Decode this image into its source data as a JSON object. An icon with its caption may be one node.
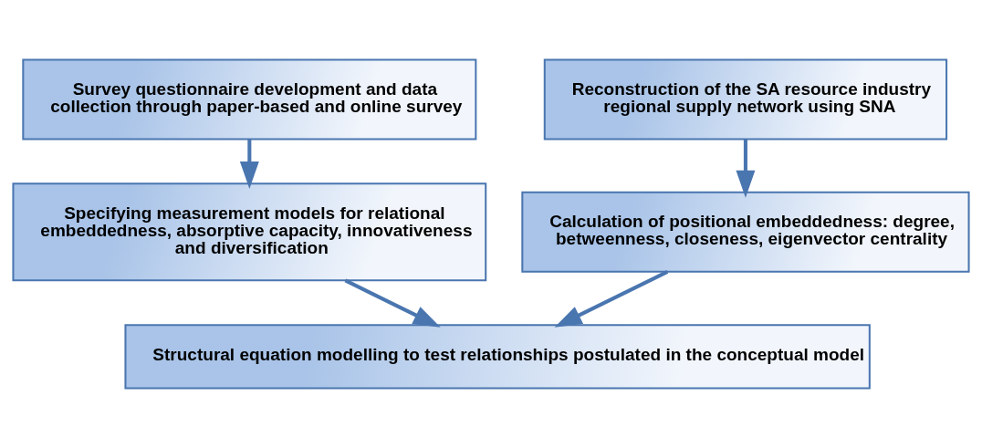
{
  "diagram": {
    "nodes": [
      {
        "text": [
          "Survey questionnaire development and data collection through paper-based and online survey"
        ]
      },
      {
        "text": [
          "Reconstruction of the SA resource industry regional supply network using SNA"
        ]
      },
      {
        "text": [
          "Specifying measurement models for relational embeddedness, absorptive capacity, innovativeness and diversification"
        ]
      },
      {
        "text": [
          "Calculation of positional embeddedness: degree, betweenness, closeness, eigenvector centrality"
        ]
      },
      {
        "text": [
          "Structural equation modelling to test relationships postulated in the conceptual model"
        ]
      }
    ],
    "edges": [
      {
        "from": 0,
        "to": 2,
        "arrow": "to"
      },
      {
        "from": 1,
        "to": 3,
        "arrow": "to"
      },
      {
        "from": 2,
        "to": 4,
        "arrow": "to"
      },
      {
        "from": 3,
        "to": 4,
        "arrow": "to"
      }
    ]
  }
}
